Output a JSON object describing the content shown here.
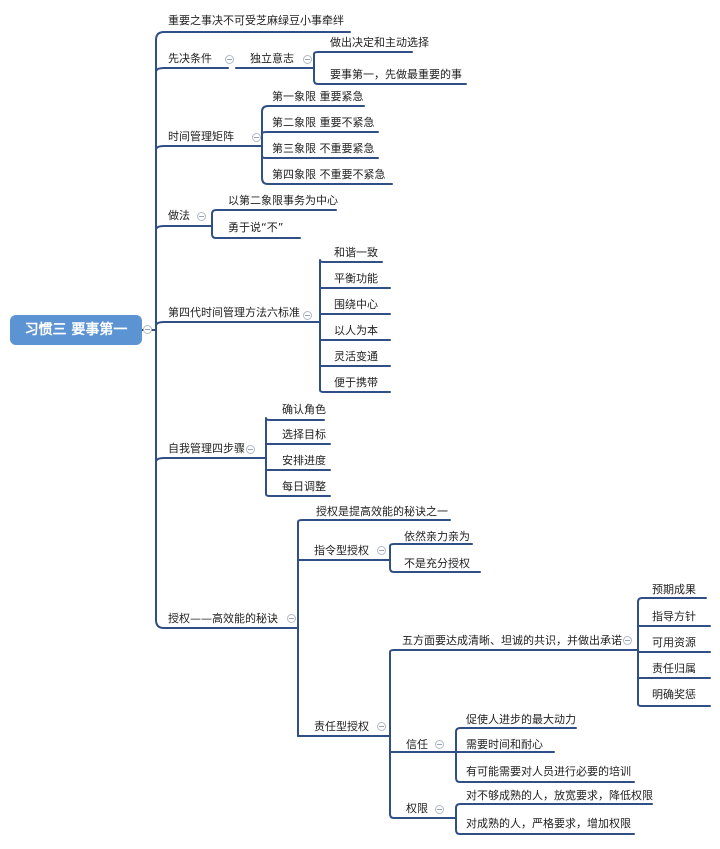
{
  "colors": {
    "line": "#2f4f86",
    "root_bg": "#5b93d3",
    "root_text": "#ffffff",
    "text": "#222222"
  },
  "root": {
    "label": "习惯三    要事第一"
  },
  "branches": {
    "b1": {
      "label": "重要之事决不可受芝麻绿豆小事牵绊"
    },
    "b2": {
      "label": "先决条件",
      "sub": {
        "label": "独立意志",
        "items": [
          "做出决定和主动选择",
          "要事第一，先做最重要的事"
        ]
      }
    },
    "b3": {
      "label": "时间管理矩阵",
      "items": [
        "第一象限  重要紧急",
        "第二象限  重要不紧急",
        "第三象限  不重要紧急",
        "第四象限  不重要不紧急"
      ]
    },
    "b4": {
      "label": "做法",
      "items": [
        "以第二象限事务为中心",
        "勇于说“不”"
      ]
    },
    "b5": {
      "label": "第四代时间管理方法六标准",
      "items": [
        "和谐一致",
        "平衡功能",
        "围绕中心",
        "以人为本",
        "灵活变通",
        "便于携带"
      ]
    },
    "b6": {
      "label": "自我管理四步骤",
      "items": [
        "确认角色",
        "选择目标",
        "安排进度",
        "每日调整"
      ]
    },
    "b7": {
      "label": "授权——高效能的秘诀",
      "intro": "授权是提高效能的秘诀之一",
      "directive": {
        "label": "指令型授权",
        "items": [
          "依然亲力亲为",
          "不是充分授权"
        ]
      },
      "stewardship": {
        "label": "责任型授权",
        "five": {
          "label": "五方面要达成清晰、坦诚的共识，并做出承诺",
          "items": [
            "预期成果",
            "指导方针",
            "可用资源",
            "责任归属",
            "明确奖惩"
          ]
        },
        "trust": {
          "label": "信任",
          "items": [
            "促使人进步的最大动力",
            "需要时间和耐心",
            "有可能需要对人员进行必要的培训"
          ]
        },
        "authority": {
          "label": "权限",
          "items": [
            "对不够成熟的人，放宽要求，降低权限",
            "对成熟的人，严格要求，增加权限"
          ]
        }
      }
    }
  }
}
